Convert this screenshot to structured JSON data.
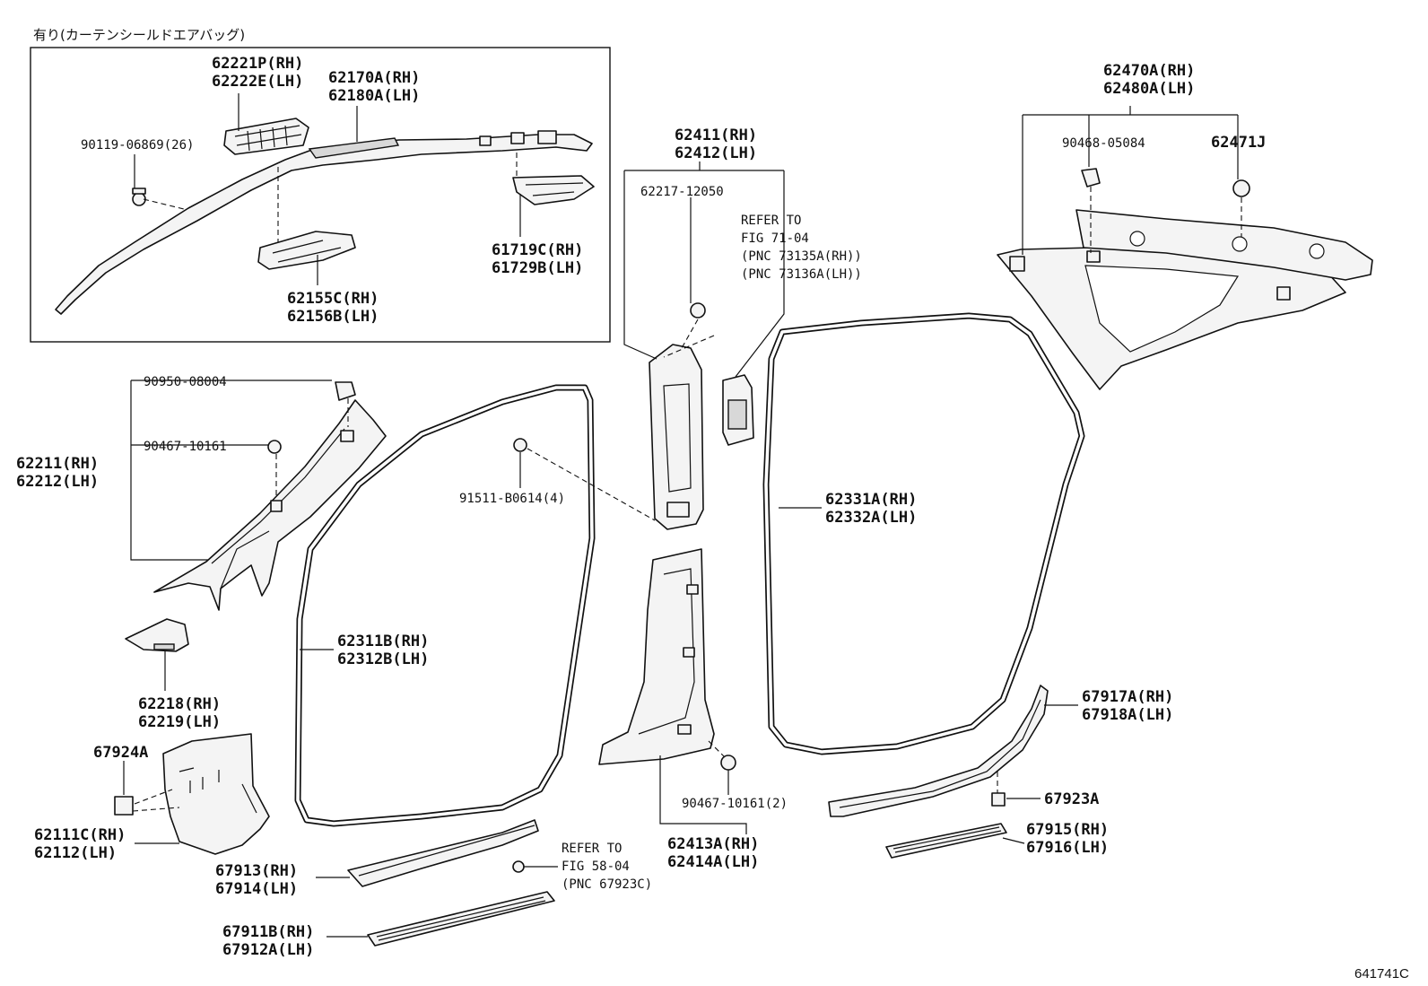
{
  "header_note": "有り(カーテンシールドエアバッグ)",
  "figure_code": "641741C",
  "labels": {
    "p62221": [
      "62221P(RH)",
      "62222E(LH)"
    ],
    "p62170": [
      "62170A(RH)",
      "62180A(LH)"
    ],
    "p90119": "90119-06869(26)",
    "p61719": [
      "61719C(RH)",
      "61729B(LH)"
    ],
    "p62155": [
      "62155C(RH)",
      "62156B(LH)"
    ],
    "p62411": [
      "62411(RH)",
      "62412(LH)"
    ],
    "p62217": "62217-12050",
    "ref7104": [
      "REFER TO",
      "FIG 71-04",
      "(PNC 73135A(RH))",
      "(PNC 73136A(LH))"
    ],
    "p62470": [
      "62470A(RH)",
      "62480A(LH)"
    ],
    "p90468": "90468-05084",
    "p62471": "62471J",
    "p90950": "90950-08004",
    "p90467a": "90467-10161",
    "p62211": [
      "62211(RH)",
      "62212(LH)"
    ],
    "p91511": "91511-B0614(4)",
    "p62331": [
      "62331A(RH)",
      "62332A(LH)"
    ],
    "p62311": [
      "62311B(RH)",
      "62312B(LH)"
    ],
    "p62218": [
      "62218(RH)",
      "62219(LH)"
    ],
    "p67917": [
      "67917A(RH)",
      "67918A(LH)"
    ],
    "p67924": "67924A",
    "p90467b": "90467-10161(2)",
    "p67923": "67923A",
    "p62111": [
      "62111C(RH)",
      "62112(LH)"
    ],
    "p62413": [
      "62413A(RH)",
      "62414A(LH)"
    ],
    "p67915": [
      "67915(RH)",
      "67916(LH)"
    ],
    "p67913": [
      "67913(RH)",
      "67914(LH)"
    ],
    "ref5804": [
      "REFER TO",
      "FIG 58-04",
      "(PNC 67923C)"
    ],
    "p67911": [
      "67911B(RH)",
      "67912A(LH)"
    ]
  }
}
